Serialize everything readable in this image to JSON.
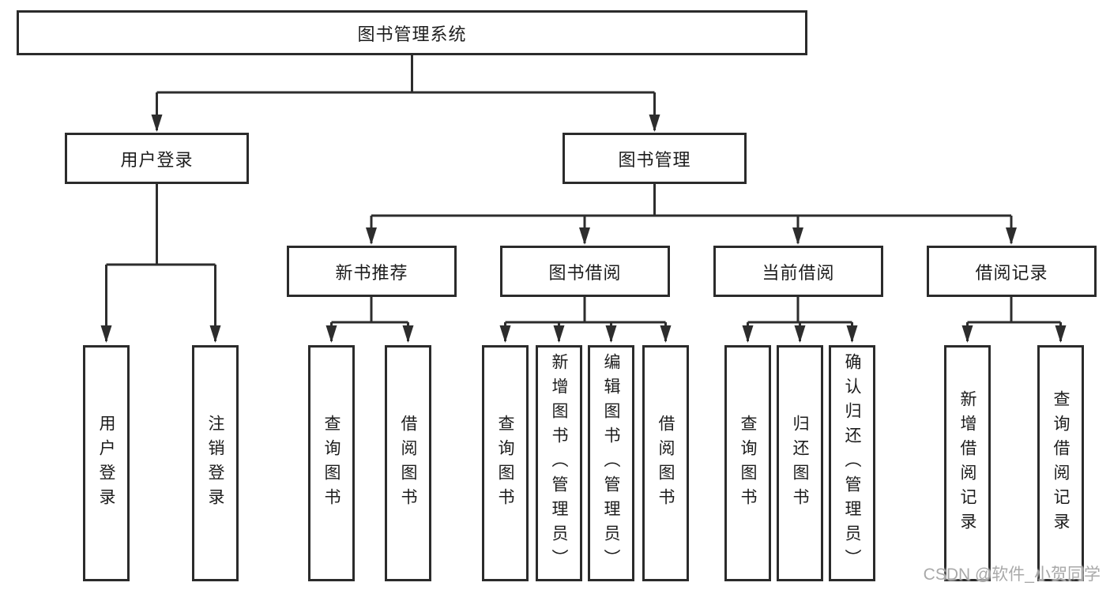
{
  "diagram": {
    "type": "hierarchy",
    "root": {
      "label": "图书管理系统"
    },
    "branches": [
      {
        "label": "用户登录",
        "leaves": [
          {
            "label": "用户登录"
          },
          {
            "label": "注销登录"
          }
        ]
      },
      {
        "label": "图书管理",
        "groups": [
          {
            "label": "新书推荐",
            "leaves": [
              {
                "label": "查询图书"
              },
              {
                "label": "借阅图书"
              }
            ]
          },
          {
            "label": "图书借阅",
            "leaves": [
              {
                "label": "查询图书"
              },
              {
                "label": "新增图书（管理员）"
              },
              {
                "label": "编辑图书（管理员）"
              },
              {
                "label": "借阅图书"
              }
            ]
          },
          {
            "label": "当前借阅",
            "leaves": [
              {
                "label": "查询图书"
              },
              {
                "label": "归还图书"
              },
              {
                "label": "确认归还（管理员）"
              }
            ]
          },
          {
            "label": "借阅记录",
            "leaves": [
              {
                "label": "新增借阅记录"
              },
              {
                "label": "查询借阅记录"
              }
            ]
          }
        ]
      }
    ]
  },
  "watermark": {
    "text": "CSDN @软件_小贺同学"
  },
  "colors": {
    "background": "#ffffff",
    "line": "#2d2d2d",
    "box_border": "#2b2b2b",
    "text": "#1c1c1c",
    "watermark": "#a9a9a9"
  }
}
